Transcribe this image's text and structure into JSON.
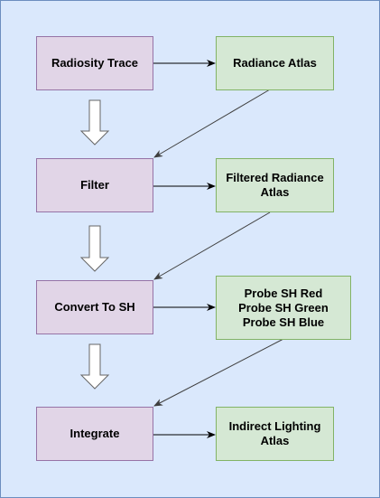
{
  "diagram": {
    "stages": [
      {
        "id": "radiosity",
        "label": "Radiosity Trace"
      },
      {
        "id": "filter",
        "label": "Filter"
      },
      {
        "id": "convert",
        "label": "Convert To SH"
      },
      {
        "id": "integrate",
        "label": "Integrate"
      }
    ],
    "outputs": [
      {
        "id": "radiance",
        "label": "Radiance Atlas"
      },
      {
        "id": "filtered",
        "label": "Filtered Radiance\nAtlas"
      },
      {
        "id": "probe",
        "label": "Probe SH Red\nProbe SH Green\nProbe SH Blue"
      },
      {
        "id": "indirect",
        "label": "Indirect Lighting\nAtlas"
      }
    ]
  },
  "colors": {
    "background": "#dae8fc",
    "stage_fill": "#e1d5e7",
    "stage_stroke": "#9673a6",
    "output_fill": "#d5e8d4",
    "output_stroke": "#82b366",
    "arrow": "#000000",
    "diagonal_arrow": "#3f3f3f"
  }
}
